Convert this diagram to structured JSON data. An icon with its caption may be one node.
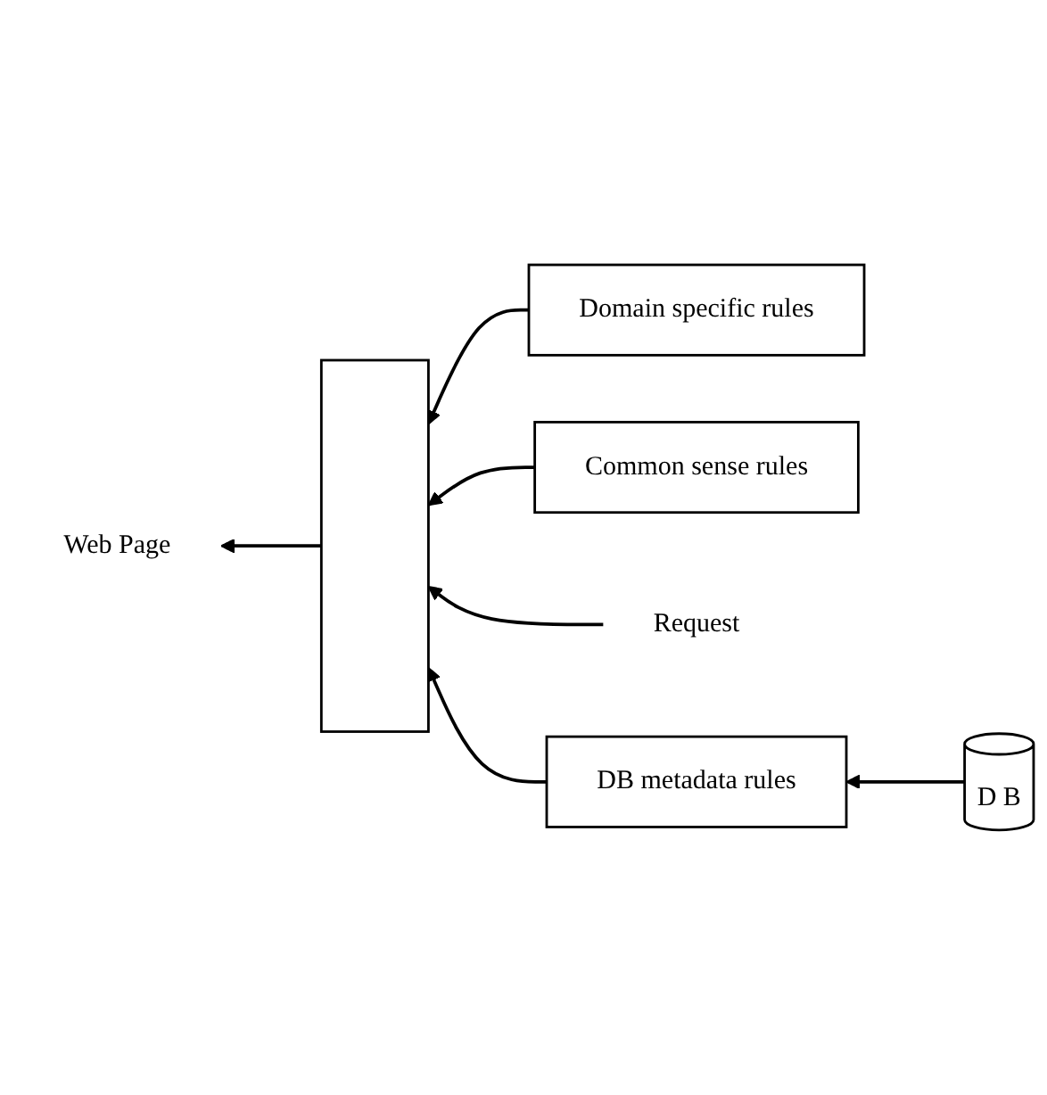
{
  "diagram": {
    "nodes": [
      {
        "text": [
          "Web Page"
        ]
      },
      {
        "text": [],
        "shape": "box"
      },
      {
        "text": [
          "Domain specific rules"
        ]
      },
      {
        "text": [
          "Common sense rules"
        ]
      },
      {
        "text": [
          "Request"
        ]
      },
      {
        "text": [
          "DB metadata rules"
        ]
      },
      {
        "text": [
          "D B"
        ]
      }
    ],
    "edges": [
      {
        "from": 1,
        "to": 0,
        "arrow": "to"
      },
      {
        "from": 2,
        "to": 1,
        "arrow": "to"
      },
      {
        "from": 3,
        "to": 1,
        "arrow": "to"
      },
      {
        "from": 4,
        "to": 1,
        "arrow": "to"
      },
      {
        "from": 5,
        "to": 1,
        "arrow": "to"
      },
      {
        "from": 6,
        "to": 5,
        "arrow": "to"
      }
    ]
  }
}
